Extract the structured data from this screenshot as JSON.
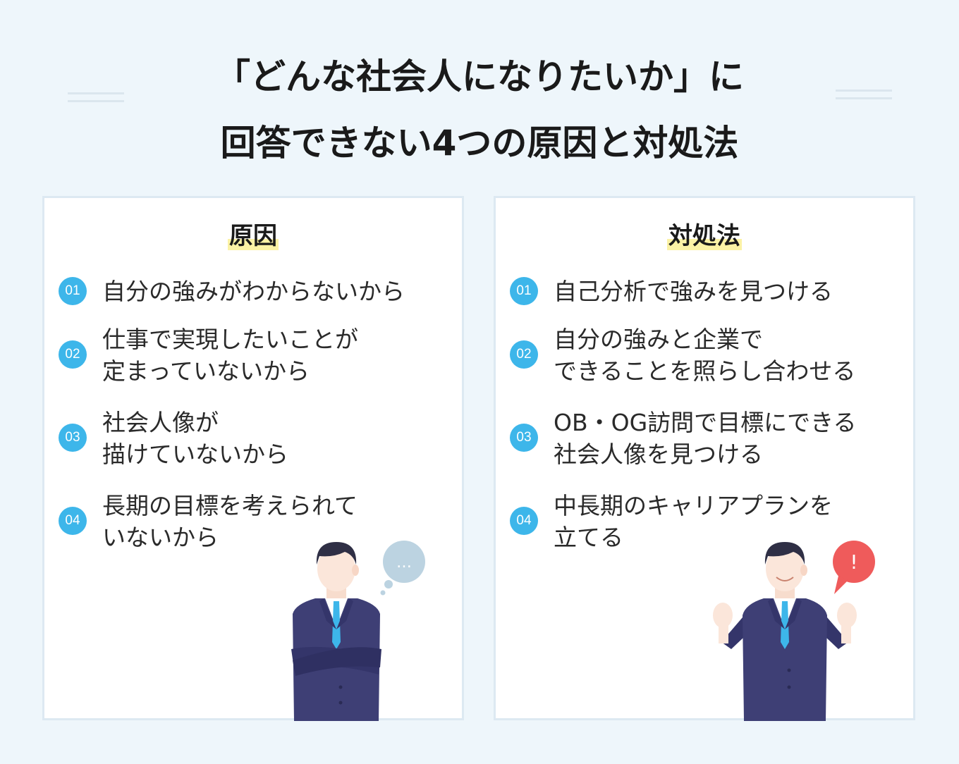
{
  "title": {
    "line1": "「どんな社会人になりたいか」に",
    "line2": "回答できない4つの原因と対処法"
  },
  "causes": {
    "heading": "原因",
    "items": [
      {
        "num": "01",
        "lines": [
          "自分の強みがわからないから"
        ]
      },
      {
        "num": "02",
        "lines": [
          "仕事で実現したいことが",
          "定まっていないから"
        ]
      },
      {
        "num": "03",
        "lines": [
          "社会人像が",
          "描けていないから"
        ]
      },
      {
        "num": "04",
        "lines": [
          "長期の目標を考えられて",
          "いないから"
        ]
      }
    ],
    "bubble": "…"
  },
  "solutions": {
    "heading": "対処法",
    "items": [
      {
        "num": "01",
        "lines": [
          "自己分析で強みを見つける"
        ]
      },
      {
        "num": "02",
        "lines": [
          "自分の強みと企業で",
          "できることを照らし合わせる"
        ]
      },
      {
        "num": "03",
        "lines": [
          "OB・OG訪問で目標にできる",
          "社会人像を見つける"
        ]
      },
      {
        "num": "04",
        "lines": [
          "中長期のキャリアプランを",
          "立てる"
        ]
      }
    ],
    "bubble": "!"
  },
  "colors": {
    "background": "#eef6fb",
    "badge": "#3db6ea",
    "highlight": "#fbf2a5",
    "suit": "#3e3f75",
    "tie": "#3db6ea",
    "bubble_thinking": "#bcd3e1",
    "bubble_alert": "#ef5b5b"
  },
  "icons": [
    "thinking-man-icon",
    "thought-bubble-icon",
    "excited-man-icon",
    "exclamation-bubble-icon"
  ]
}
